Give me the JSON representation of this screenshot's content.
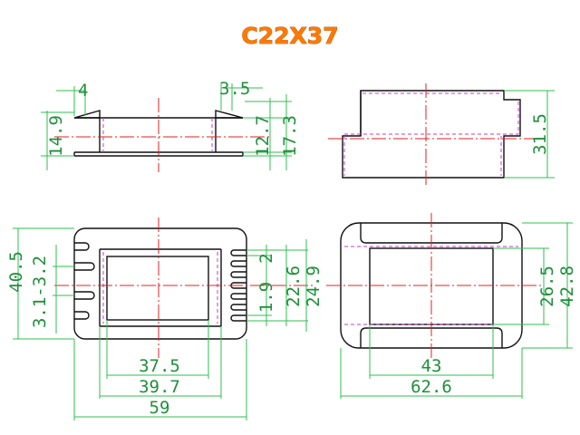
{
  "drawing": {
    "title": "C22X37",
    "top_view": {
      "dim_flange": "4",
      "dim_pin": "3.5",
      "dim_height_left": "14.9",
      "dim_height_right_inner": "12.7",
      "dim_height_right_outer": "17.3"
    },
    "side_view": {
      "dim_height": "31.5"
    },
    "front_view": {
      "dim_total_height": "40.5",
      "dim_pitch_top": "3.2",
      "dim_pitch_bottom": "3.1",
      "dim_pitch_combined": "3.1-3.2",
      "dim_slot_top": "2",
      "dim_slot_bottom": "1.9",
      "dim_inner": "22.6",
      "dim_outer": "24.9",
      "dim_width_inner": "37.5",
      "dim_width_mid": "39.7",
      "dim_width_total": "59"
    },
    "end_view": {
      "dim_inner_height": "26.5",
      "dim_outer_height": "42.8",
      "dim_window_width": "43",
      "dim_total_width": "62.6"
    }
  },
  "colors": {
    "title": "#ff7a00",
    "dimension": "#2fbf4f",
    "outline": "#111111",
    "hidden_line": "#c040c0",
    "center_line": "#e02020"
  }
}
